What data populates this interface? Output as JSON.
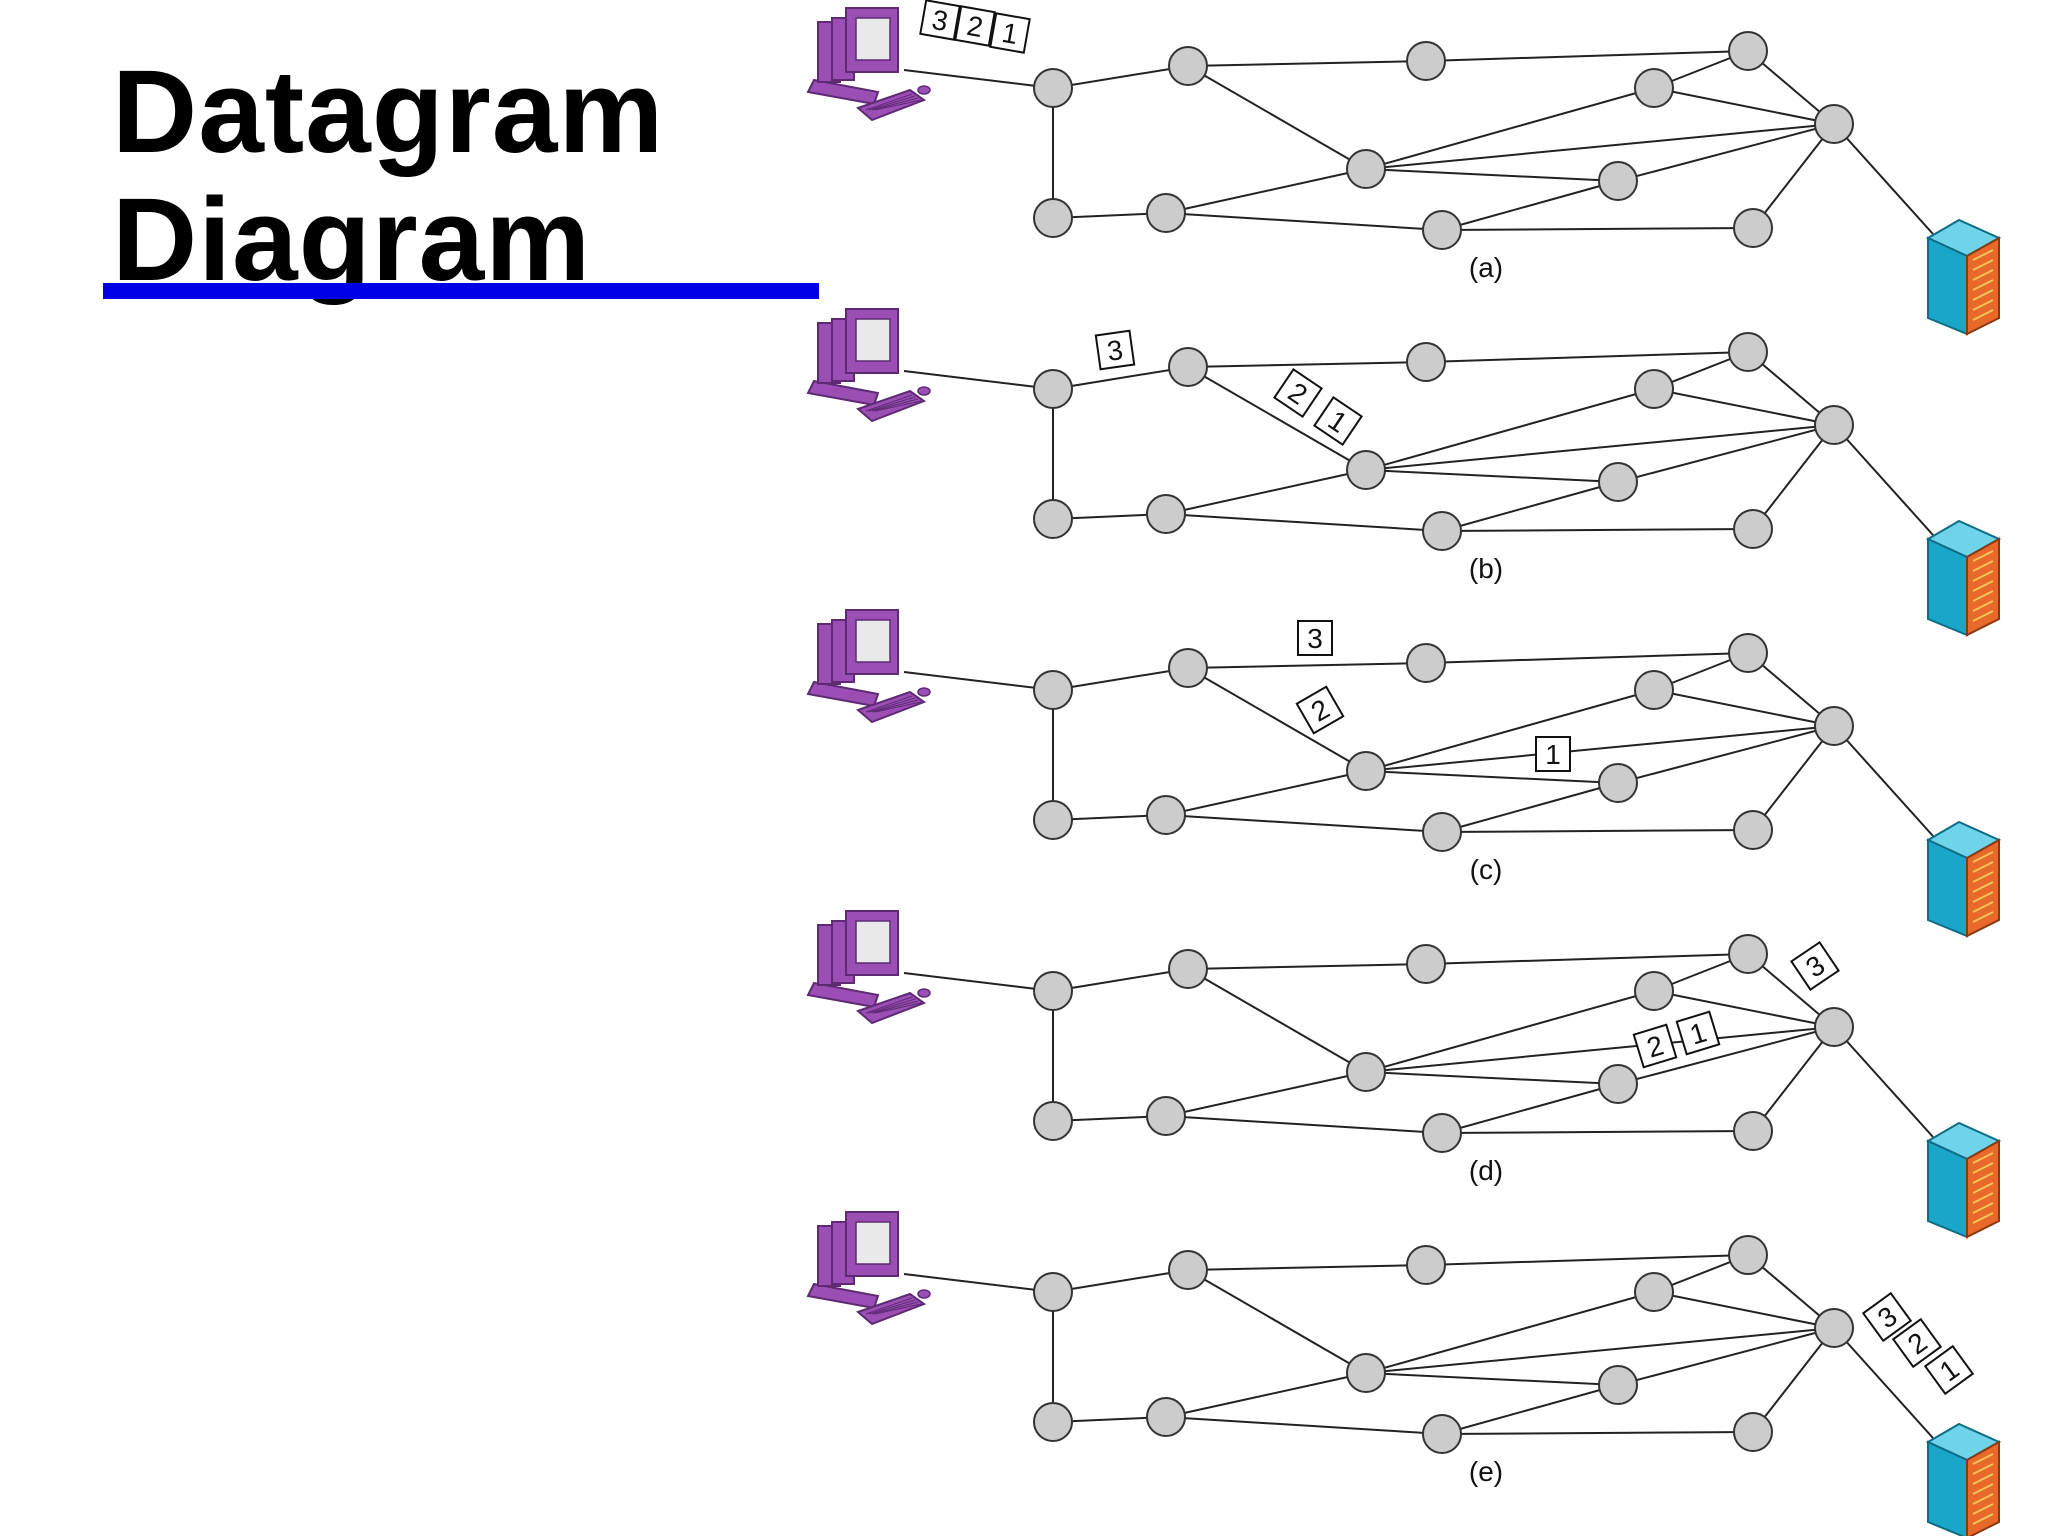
{
  "slide": {
    "title_line1": "Datagram",
    "title_line2": "Diagram",
    "rule_color": "#0000e6"
  },
  "colors": {
    "router_fill": "#cccccc",
    "router_stroke": "#333333",
    "link": "#222222",
    "host": "#9b4fb5",
    "host_dark": "#5e2a74",
    "server": "#1aa6c8",
    "server_dark": "#0d6d86",
    "server_panel": "#e8692a"
  },
  "icons": {
    "source": "host-computer-icon",
    "destination": "server-icon"
  },
  "panels": [
    {
      "label": "(a)",
      "packets": [
        "3",
        "2",
        "1"
      ]
    },
    {
      "label": "(b)",
      "packets": [
        "3",
        "2",
        "1"
      ]
    },
    {
      "label": "(c)",
      "packets": [
        "3",
        "2",
        "1"
      ]
    },
    {
      "label": "(d)",
      "packets": [
        "3",
        "2",
        "1"
      ]
    },
    {
      "label": "(e)",
      "packets": [
        "3",
        "2",
        "1"
      ]
    }
  ]
}
